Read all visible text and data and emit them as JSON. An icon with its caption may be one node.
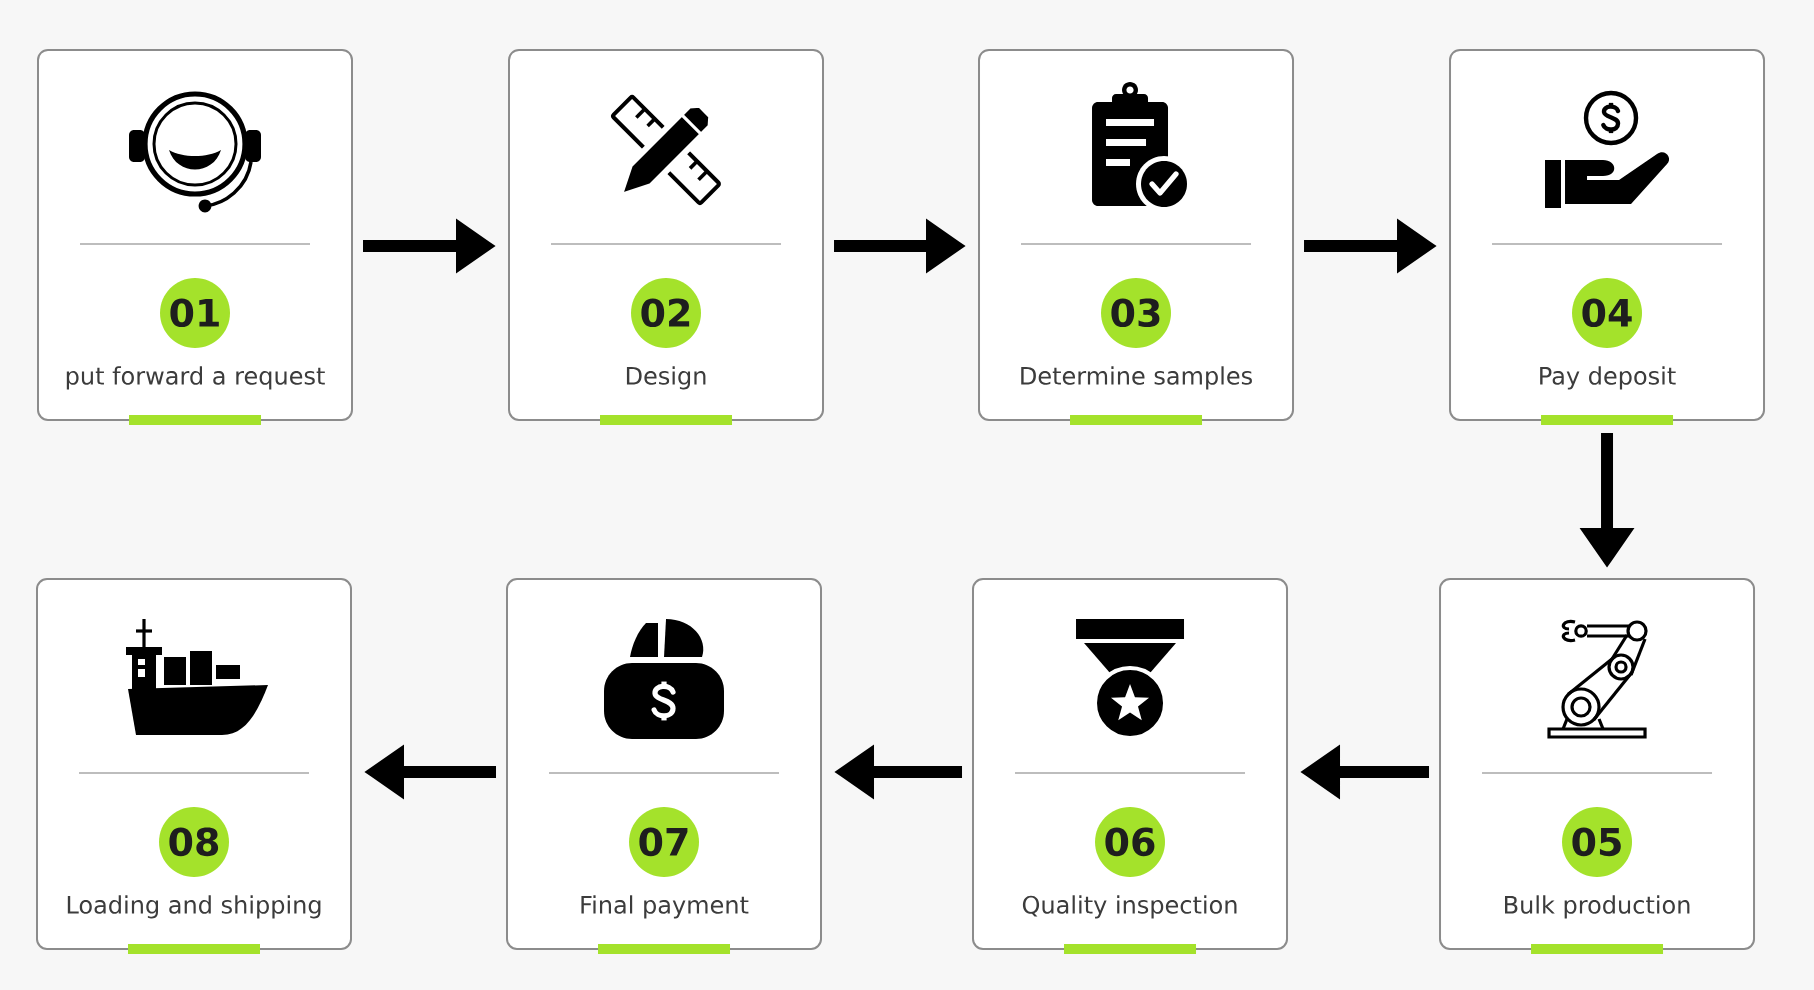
{
  "diagram": {
    "nodes": [
      {
        "text": [
          "put forward a request"
        ]
      },
      {
        "text": [
          "01"
        ],
        "in": 0
      },
      {
        "text": [
          "Design"
        ]
      },
      {
        "text": [
          "02"
        ],
        "in": 2
      },
      {
        "text": [
          "Determine samples"
        ]
      },
      {
        "text": [
          "03"
        ],
        "in": 4
      },
      {
        "text": [
          "Pay deposit"
        ]
      },
      {
        "text": [
          "04"
        ],
        "in": 6
      },
      {
        "text": [
          "Bulk production"
        ]
      },
      {
        "text": [
          "05"
        ],
        "in": 8
      },
      {
        "text": [
          "Quality inspection"
        ]
      },
      {
        "text": [
          "06"
        ],
        "in": 10
      },
      {
        "text": [
          "Final payment"
        ]
      },
      {
        "text": [
          "07"
        ],
        "in": 12
      },
      {
        "text": [
          "Loading and shipping"
        ]
      },
      {
        "text": [
          "08"
        ],
        "in": 14
      }
    ],
    "edges": [
      {
        "from": 0,
        "to": 2,
        "arrow": "to"
      },
      {
        "from": 2,
        "to": 4,
        "arrow": "to"
      },
      {
        "from": 4,
        "to": 6,
        "arrow": "to"
      },
      {
        "from": 6,
        "to": 8,
        "arrow": "to"
      },
      {
        "from": 8,
        "to": 10,
        "arrow": "to"
      },
      {
        "from": 10,
        "to": 12,
        "arrow": "to"
      },
      {
        "from": 12,
        "to": 14,
        "arrow": "to"
      }
    ]
  }
}
